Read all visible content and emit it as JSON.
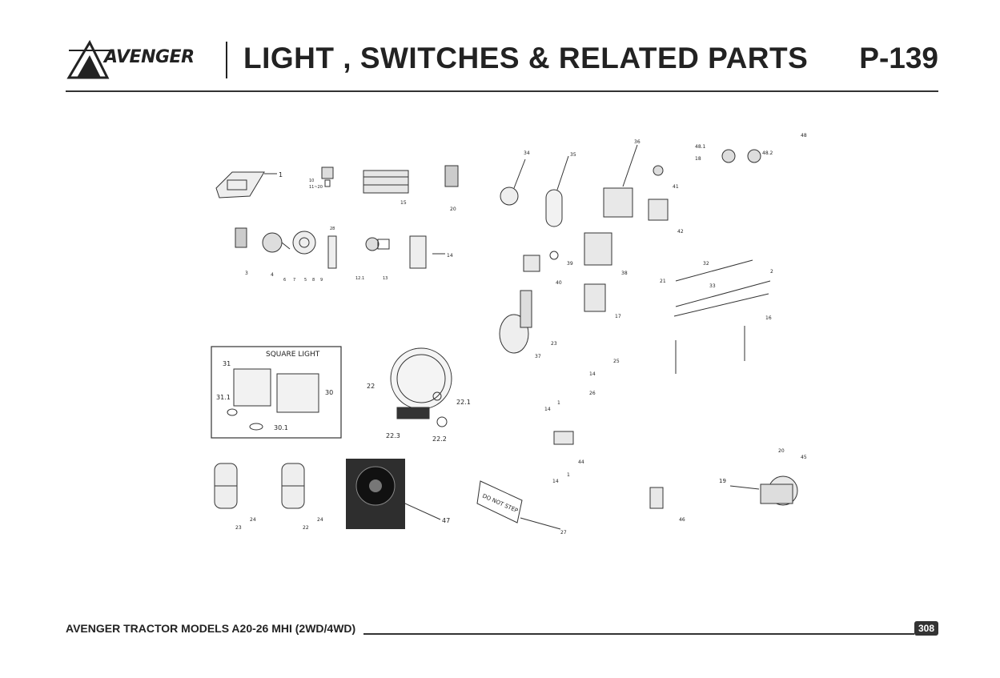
{
  "header": {
    "logo_text": "AVENGER",
    "title": "LIGHT , SWITCHES & RELATED PARTS",
    "page_code": "P-139"
  },
  "diagram": {
    "callouts": [
      "1",
      "10",
      "11~20",
      "15",
      "20",
      "3",
      "4",
      "6",
      "7",
      "5",
      "8",
      "9",
      "28",
      "12.1",
      "13",
      "14",
      "34",
      "35",
      "36",
      "41",
      "48.1",
      "18",
      "48",
      "48.2",
      "42",
      "39",
      "40",
      "38",
      "17",
      "21",
      "32",
      "33",
      "2",
      "23",
      "37",
      "25",
      "14",
      "1",
      "26",
      "14",
      "16",
      "SQUARE LIGHT",
      "31",
      "30",
      "31.1",
      "30.1",
      "22",
      "22.1",
      "22.3",
      "22.2",
      "24",
      "23",
      "24",
      "22",
      "47",
      "DO NOT STEP",
      "27",
      "44",
      "14",
      "1",
      "46",
      "19",
      "20",
      "45"
    ]
  },
  "footer": {
    "model_text": "AVENGER TRACTOR MODELS A20-26 MHI (2WD/4WD)",
    "page_number": "308"
  }
}
